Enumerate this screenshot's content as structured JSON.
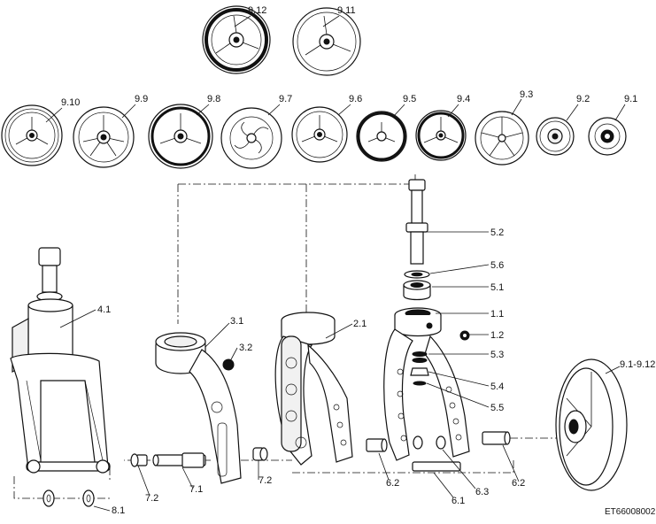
{
  "labels": {
    "w912": "9.12",
    "w911": "9.11",
    "w910": "9.10",
    "w99": "9.9",
    "w98": "9.8",
    "w97": "9.7",
    "w96": "9.6",
    "w95": "9.5",
    "w94": "9.4",
    "w93": "9.3",
    "w92": "9.2",
    "w91": "9.1",
    "p52": "5.2",
    "p56": "5.6",
    "p51": "5.1",
    "p11": "1.1",
    "p12": "1.2",
    "p53": "5.3",
    "p54": "5.4",
    "p55": "5.5",
    "p41": "4.1",
    "p31": "3.1",
    "p32": "3.2",
    "p21": "2.1",
    "p72a": "7.2",
    "p71": "7.1",
    "p72b": "7.2",
    "p62a": "6.2",
    "p61": "6.1",
    "p63": "6.3",
    "p62b": "6.2",
    "p81": "8.1",
    "wrange": "9.1-9.12"
  },
  "drawing_code": "ET66008002"
}
